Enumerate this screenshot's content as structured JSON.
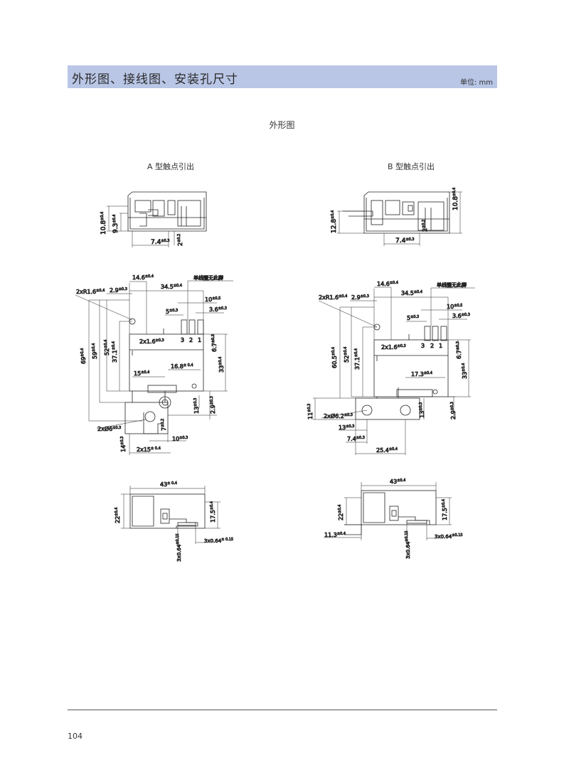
{
  "header": {
    "title": "外形图、接线图、安装孔尺寸",
    "unit": "单位: mm",
    "band_color": "#b9c6e6"
  },
  "section_title": "外形图",
  "variants": [
    {
      "title": "A 型触点引出",
      "side": {
        "h1": "10.8",
        "h1_tol": "±0.4",
        "h2": "9.3",
        "h2_tol": "±0.4",
        "w": "7.4",
        "w_tol": "±0.3",
        "pin": "2",
        "pin_tol": "±0.2"
      },
      "top": {
        "note": "单线圈无此脚",
        "dims": [
          {
            "v": "14.6",
            "t": "±0.4"
          },
          {
            "v": "34.5",
            "t": "±0.4"
          },
          {
            "v": "2xR1.6",
            "t": "±0.4"
          },
          {
            "v": "2.9",
            "t": "±0.3"
          },
          {
            "v": "10",
            "t": "±0.5"
          },
          {
            "v": "5",
            "t": "±0.3"
          },
          {
            "v": "3.6",
            "t": "±0.3"
          },
          {
            "v": "2x1.6",
            "t": "±0.3"
          },
          {
            "v": "69",
            "t": "±0.4"
          },
          {
            "v": "59",
            "t": "±0.4"
          },
          {
            "v": "52",
            "t": "±0.4"
          },
          {
            "v": "37.1",
            "t": "±0.4"
          },
          {
            "v": "6.7",
            "t": "±0.3"
          },
          {
            "v": "33",
            "t": "±0.4"
          },
          {
            "v": "16.8",
            "t": "± 0.4"
          },
          {
            "v": "15",
            "t": "±0.4"
          },
          {
            "v": "13",
            "t": "±0.3"
          },
          {
            "v": "2.9",
            "t": "±0.3"
          },
          {
            "v": "7",
            "t": "±0.2"
          },
          {
            "v": "2xØ6",
            "t": "±0.3"
          },
          {
            "v": "10",
            "t": "±0.3"
          },
          {
            "v": "14",
            "t": "±0.3"
          },
          {
            "v": "2x15",
            "t": "± 0.4"
          }
        ],
        "pins": [
          "3",
          "2",
          "1"
        ]
      },
      "bottom": {
        "w": "43",
        "w_tol": "± 0.4",
        "h": "22",
        "h_tol": "±0.4",
        "h2": "17.5",
        "h2_tol": "±0.4",
        "pin_a": "3x0.64",
        "pin_a_tol": "±0.15",
        "pin_b": "3x0.64",
        "pin_b_tol": "± 0.15"
      }
    },
    {
      "title": "B 型触点引出",
      "side": {
        "h1": "12.8",
        "h1_tol": "±0.4",
        "h2": "10.8",
        "h2_tol": "±0.4",
        "w": "7.4",
        "w_tol": "±0.3",
        "pin": "2",
        "pin_tol": "±0.2"
      },
      "top": {
        "note": "单线圈无此脚",
        "dims": [
          {
            "v": "14.6",
            "t": "±0.4"
          },
          {
            "v": "34.5",
            "t": "±0.4"
          },
          {
            "v": "2xR1.6",
            "t": "±0.4"
          },
          {
            "v": "2.9",
            "t": "±0.3"
          },
          {
            "v": "10",
            "t": "±0.5"
          },
          {
            "v": "5",
            "t": "±0.3"
          },
          {
            "v": "3.6",
            "t": "±0.3"
          },
          {
            "v": "2x1.6",
            "t": "±0.3"
          },
          {
            "v": "60.5",
            "t": "±0.4"
          },
          {
            "v": "52",
            "t": "±0.4"
          },
          {
            "v": "37.1",
            "t": "±0.4"
          },
          {
            "v": "6.7",
            "t": "±0.3"
          },
          {
            "v": "33",
            "t": "±0.4"
          },
          {
            "v": "17.3",
            "t": "±0.4"
          },
          {
            "v": "11",
            "t": "±0.3"
          },
          {
            "v": "2xØ6.2",
            "t": "±0.3"
          },
          {
            "v": "13",
            "t": "±0.3"
          },
          {
            "v": "13",
            "t": "±0.3"
          },
          {
            "v": "7.4",
            "t": "±0.3"
          },
          {
            "v": "25.4",
            "t": "±0.4"
          },
          {
            "v": "2.9",
            "t": "±0.3"
          }
        ],
        "pins": [
          "3",
          "2",
          "1"
        ]
      },
      "bottom": {
        "w": "43",
        "w_tol": "±0.4",
        "h": "22",
        "h_tol": "±0.4",
        "h2": "17.5",
        "h2_tol": "±0.4",
        "offset": "11.3",
        "offset_tol": "±0.4",
        "pin_a": "3x0.64",
        "pin_a_tol": "±0.15",
        "pin_b": "3x0.64",
        "pin_b_tol": "±0.15"
      }
    }
  ],
  "page_number": "104"
}
